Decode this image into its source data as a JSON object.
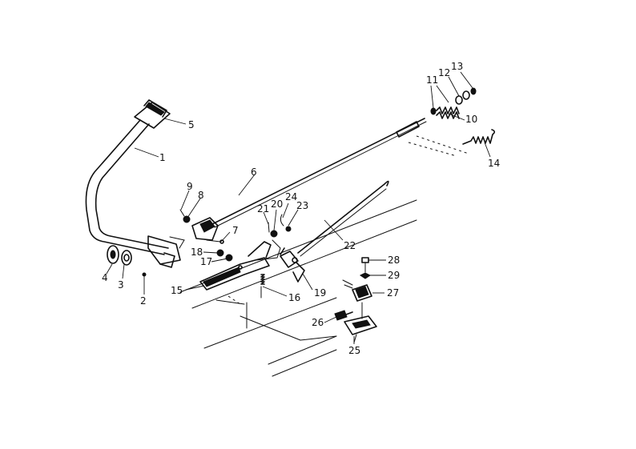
{
  "diagram": {
    "callouts": [
      {
        "id": "1",
        "text": "1"
      },
      {
        "id": "2",
        "text": "2"
      },
      {
        "id": "3",
        "text": "3"
      },
      {
        "id": "4",
        "text": "4"
      },
      {
        "id": "5",
        "text": "5"
      },
      {
        "id": "6",
        "text": "6"
      },
      {
        "id": "7",
        "text": "7"
      },
      {
        "id": "8",
        "text": "8"
      },
      {
        "id": "9",
        "text": "9"
      },
      {
        "id": "10",
        "text": "10"
      },
      {
        "id": "11",
        "text": "11"
      },
      {
        "id": "12",
        "text": "12"
      },
      {
        "id": "13",
        "text": "13"
      },
      {
        "id": "14",
        "text": "14"
      },
      {
        "id": "15",
        "text": "15"
      },
      {
        "id": "16",
        "text": "16"
      },
      {
        "id": "17",
        "text": "17"
      },
      {
        "id": "18",
        "text": "18"
      },
      {
        "id": "19",
        "text": "19"
      },
      {
        "id": "20",
        "text": "20"
      },
      {
        "id": "21",
        "text": "21"
      },
      {
        "id": "22",
        "text": "22"
      },
      {
        "id": "23",
        "text": "23"
      },
      {
        "id": "24",
        "text": "24"
      },
      {
        "id": "25",
        "text": "25"
      },
      {
        "id": "26",
        "text": "26"
      },
      {
        "id": "27",
        "text": "27"
      },
      {
        "id": "28",
        "text": "28"
      },
      {
        "id": "29",
        "text": "29"
      }
    ]
  }
}
